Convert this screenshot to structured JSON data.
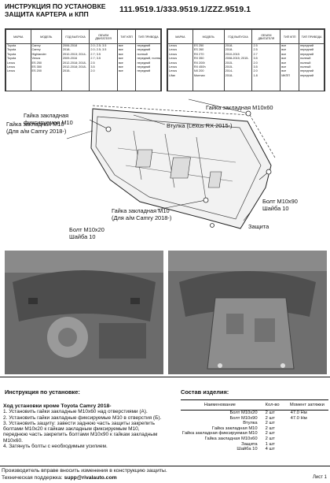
{
  "header": {
    "title_line1": "ИНСТРУКЦИЯ ПО УСТАНОВКЕ",
    "title_line2": "ЗАЩИТА КАРТЕРА и КПП",
    "part_codes": "111.9519.1/333.9519.1/ZZZ.9519.1"
  },
  "vehicle_table_left": {
    "headers": [
      "МАРКА",
      "МОДЕЛЬ",
      "ГОД ВЫПУСКА",
      "ОБЪЕМ ДВИГАТЕЛЯ",
      "ТИП КПП",
      "ТИП ПРИВОДА"
    ],
    "rows": [
      [
        "Toyota",
        "Camry",
        "2006-2018",
        "2.0; 2.5; 3.5",
        "все",
        "передний"
      ],
      [
        "Toyota",
        "Camry",
        "2018-",
        "2.0; 2.5; 3.5",
        "все",
        "передний"
      ],
      [
        "Toyota",
        "Highlander",
        "2010-2013; 2014-",
        "2.7; 3.5",
        "все",
        "полный"
      ],
      [
        "Toyota",
        "Venza",
        "2009-2016",
        "2.7; 3.5",
        "все",
        "передний, полный"
      ],
      [
        "Lexus",
        "ES 250",
        "2012-2018; 2018-",
        "2.5",
        "все",
        "передний"
      ],
      [
        "Lexus",
        "ES 350",
        "2012-2018; 2018-",
        "3.5",
        "все",
        "передний"
      ],
      [
        "Lexus",
        "ES 200",
        "2015-",
        "2.0",
        "все",
        "передний"
      ]
    ]
  },
  "vehicle_table_right": {
    "headers": [
      "МАРКА",
      "МОДЕЛЬ",
      "ГОД ВЫПУСКА",
      "ОБЪЕМ ДВИГАТЕЛЯ",
      "ТИП КПП",
      "ТИП ПРИВОДА"
    ],
    "rows": [
      [
        "Lexus",
        "ES 250",
        "2018-",
        "2.5",
        "все",
        "передний"
      ],
      [
        "Lexus",
        "ES 260",
        "2018-",
        "2.5",
        "все",
        "передний"
      ],
      [
        "Lexus",
        "RX 270",
        "2010-2015",
        "2.7",
        "все",
        "передний"
      ],
      [
        "Lexus",
        "RX 350",
        "2008-2015; 2015-",
        "3.5",
        "все",
        "полный"
      ],
      [
        "Lexus",
        "RX 200t",
        "2015-",
        "2.0",
        "все",
        "полный"
      ],
      [
        "Lexus",
        "RX 450h",
        "2015-",
        "3.5",
        "все",
        "полный"
      ],
      [
        "Lexus",
        "NX 200",
        "2014-",
        "2.0",
        "все",
        "передний"
      ],
      [
        "Lifan",
        "Murman",
        "2018-",
        "1.8",
        "МКПП",
        "передний"
      ]
    ]
  },
  "diagram": {
    "callouts": {
      "nut_top_right": "Гайка закладная M10x60",
      "nut_fixed": "Гайка закладная\nфиксируемая M10",
      "bushing": "Втулка (Lexus RX 2015-)",
      "nut_at_camry": "Гайка закладная M10\n(Для а/м Camry 2018-)",
      "bolt_m10x90": "Болт M10x90\nШайба 10",
      "nut_at_camry_bottom": "Гайка закладная M10\n(Для а/м Camry 2018-)",
      "bolt_m10x20": "Болт M10x20\nШайба 10",
      "protection": "Защита"
    }
  },
  "instructions": {
    "title": "Инструкция по установке:",
    "subtitle": "Ход установки кроме Toyota Camry 2018-",
    "steps": [
      "1. Установить гайки закладные M10x60 над отверстиями (А).",
      "2. Установить гайки закладные фиксируемые M10 в отверстия (Б).",
      "3. Установить защиту: завести заднюю часть защиты закрепить",
      "болтами M10x20 к гайкам закладным фиксируемым M10,",
      "переднюю часть закрепить болтами M10x90 к гайкам закладным",
      "M10x60.",
      "4. Затянуть болты с необходимым усилием."
    ]
  },
  "parts": {
    "title": "Состав изделия:",
    "headers": [
      "Наименование",
      "Кол-во",
      "Момент затяжки"
    ],
    "rows": [
      [
        "Болт M10x20",
        "2 шт",
        "47.0 Нм"
      ],
      [
        "Болт M10x90",
        "2 шт",
        "47.0 Нм"
      ],
      [
        "Втулка",
        "2 шт",
        ""
      ],
      [
        "Гайка закладная M10",
        "2 шт",
        ""
      ],
      [
        "Гайка закладная фиксируемая M10",
        "2 шт",
        ""
      ],
      [
        "Гайка закладная M10x60",
        "2 шт",
        ""
      ],
      [
        "Защита",
        "1 шт",
        ""
      ],
      [
        "Шайба 10",
        "4 шт",
        ""
      ]
    ]
  },
  "footer": {
    "disclaimer": "Производитель вправе вносить изменения в конструкцию защиты.",
    "support_label": "Техническая поддержка: ",
    "support_email": "supp@rivalauto.com",
    "page": "Лист 1"
  }
}
